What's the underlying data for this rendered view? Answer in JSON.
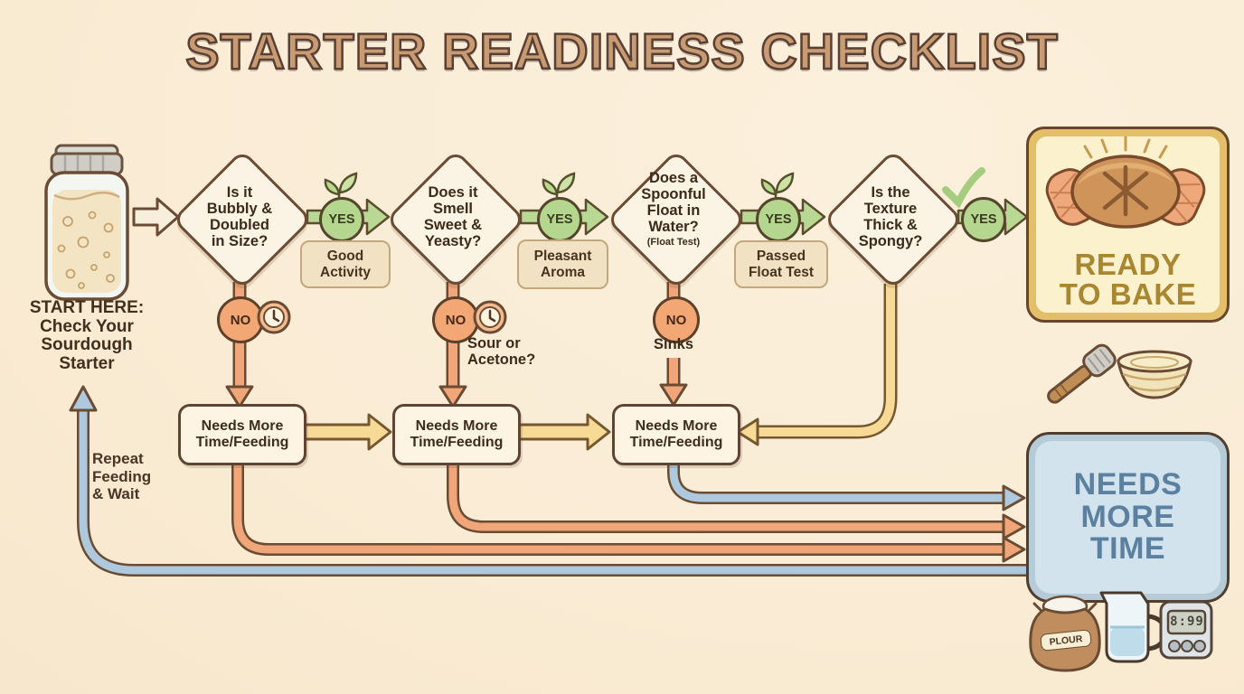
{
  "title": "STARTER READINESS CHECKLIST",
  "start": {
    "label": "START HERE:\nCheck Your\nSourdough\nStarter"
  },
  "decisions": [
    {
      "question": "Is it\nBubbly &\nDoubled\nin Size?",
      "yes": "YES",
      "no": "NO",
      "result": "Good\nActivity"
    },
    {
      "question": "Does it\nSmell\nSweet &\nYeasty?",
      "yes": "YES",
      "no": "NO",
      "result": "Pleasant\nAroma",
      "no_note": "Sour or\nAcetone?"
    },
    {
      "question": "Does a\nSpoonful\nFloat in\nWater?",
      "question_note": "(Float Test)",
      "yes": "YES",
      "no": "NO",
      "result": "Passed\nFloat Test",
      "no_note": "Sinks"
    },
    {
      "question": "Is the\nTexture\nThick &\nSpongy?",
      "yes": "YES"
    }
  ],
  "needs_boxes": [
    "Needs More\nTime/Feeding",
    "Needs More\nTime/Feeding",
    "Needs More\nTime/Feeding"
  ],
  "ready_box": {
    "label": "READY\nTO BAKE"
  },
  "needs_more_time_box": {
    "label": "NEEDS\nMORE\nTIME"
  },
  "loop_label": "Repeat\nFeeding\n& Wait",
  "flour_bag_label": "PLOUR",
  "timer_display": "8:99",
  "colors": {
    "background": "#faecd5",
    "yes_green": "#b4d68e",
    "arrow_green": "#b9d893",
    "no_orange": "#f2a775",
    "arrow_yellow": "#f6da96",
    "loop_blue": "#aec9dd",
    "outline_brown": "#6a4b33",
    "ready_gold": "#e2bf68",
    "needs_blue": "#b5cbd8"
  }
}
